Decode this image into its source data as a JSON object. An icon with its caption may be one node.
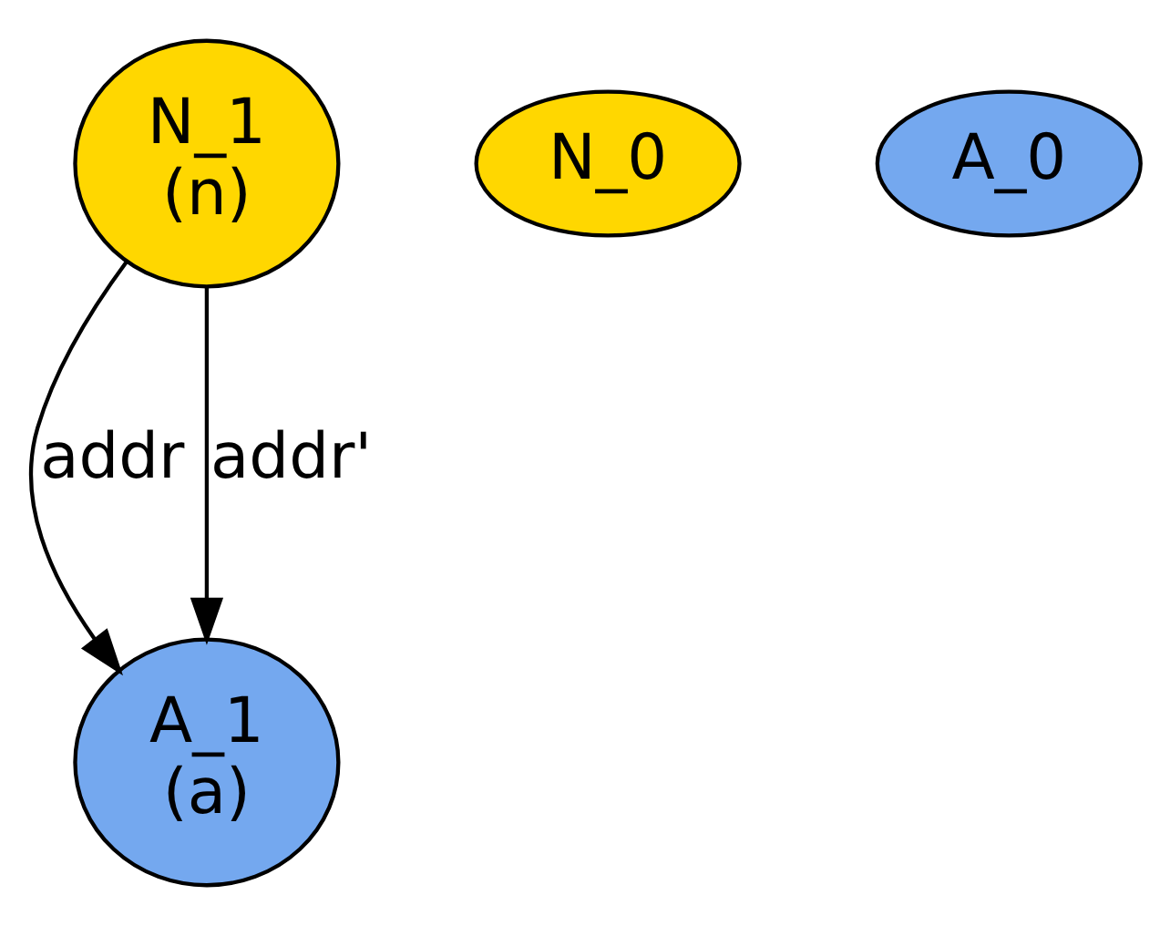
{
  "diagram": {
    "nodes": [
      {
        "text": [
          "N_1",
          "(n)"
        ]
      },
      {
        "text": [
          "N_0"
        ]
      },
      {
        "text": [
          "A_0"
        ]
      },
      {
        "text": [
          "A_1",
          "(a)"
        ]
      }
    ],
    "edges": [
      {
        "from": 0,
        "to": 3,
        "arrow": "to",
        "label": "addr"
      },
      {
        "from": 0,
        "to": 3,
        "arrow": "to",
        "label": "addr'"
      }
    ]
  }
}
